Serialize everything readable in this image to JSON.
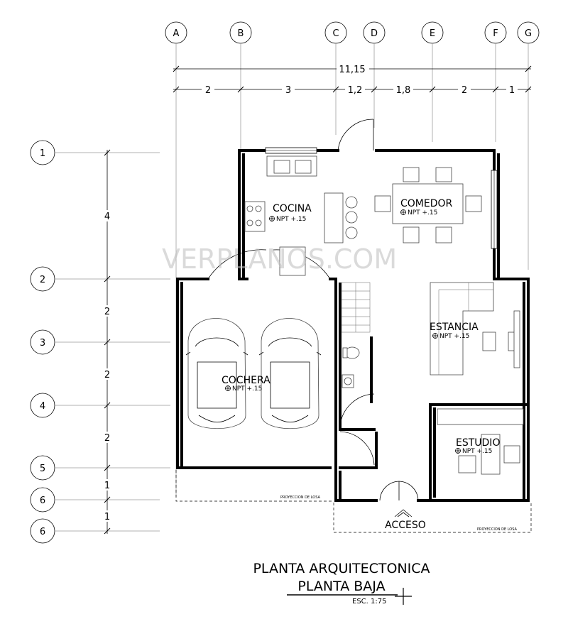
{
  "grid_columns": [
    "A",
    "B",
    "C",
    "D",
    "E",
    "F",
    "G"
  ],
  "grid_rows": [
    "1",
    "2",
    "3",
    "4",
    "5",
    "6",
    "6"
  ],
  "dimensions": {
    "overall": "11,15",
    "horizontal": [
      "2",
      "3",
      "1,2",
      "1,8",
      "2",
      "1"
    ],
    "vertical": [
      "4",
      "2",
      "2",
      "2",
      "1",
      "1"
    ]
  },
  "rooms": {
    "cocina": {
      "name": "COCINA",
      "level": "NPT +.15"
    },
    "comedor": {
      "name": "COMEDOR",
      "level": "NPT +.15"
    },
    "estancia": {
      "name": "ESTANCIA",
      "level": "NPT +.15"
    },
    "cochera": {
      "name": "COCHERA",
      "level": "NPT +.15"
    },
    "estudio": {
      "name": "ESTUDIO",
      "level": "NPT +.15"
    }
  },
  "labels": {
    "acceso": "ACCESO",
    "proyeccion_1": "PROYECCION DE LOSA",
    "proyeccion_2": "PROYECCION DE LOSA"
  },
  "title": {
    "line1": "PLANTA ARQUITECTONICA",
    "line2": "PLANTA  BAJA",
    "scale": "ESC. 1:75"
  },
  "watermark": "VERPLANOS.COM"
}
